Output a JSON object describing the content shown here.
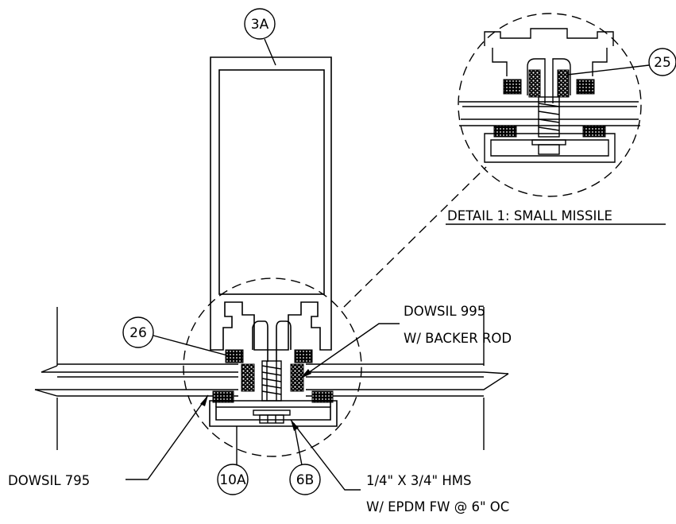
{
  "callouts": {
    "c3a": "3A",
    "c25": "25",
    "c26": "26",
    "c10a": "10A",
    "c6b": "6B"
  },
  "labels": {
    "detail_title": "DETAIL 1: SMALL MISSILE",
    "dowsil_995_line1": "DOWSIL 995",
    "dowsil_995_line2": "W/ BACKER ROD",
    "dowsil_795": "DOWSIL 795",
    "hms_line1": "1/4\" X 3/4\" HMS",
    "hms_line2": "W/ EPDM FW @ 6\" OC"
  }
}
